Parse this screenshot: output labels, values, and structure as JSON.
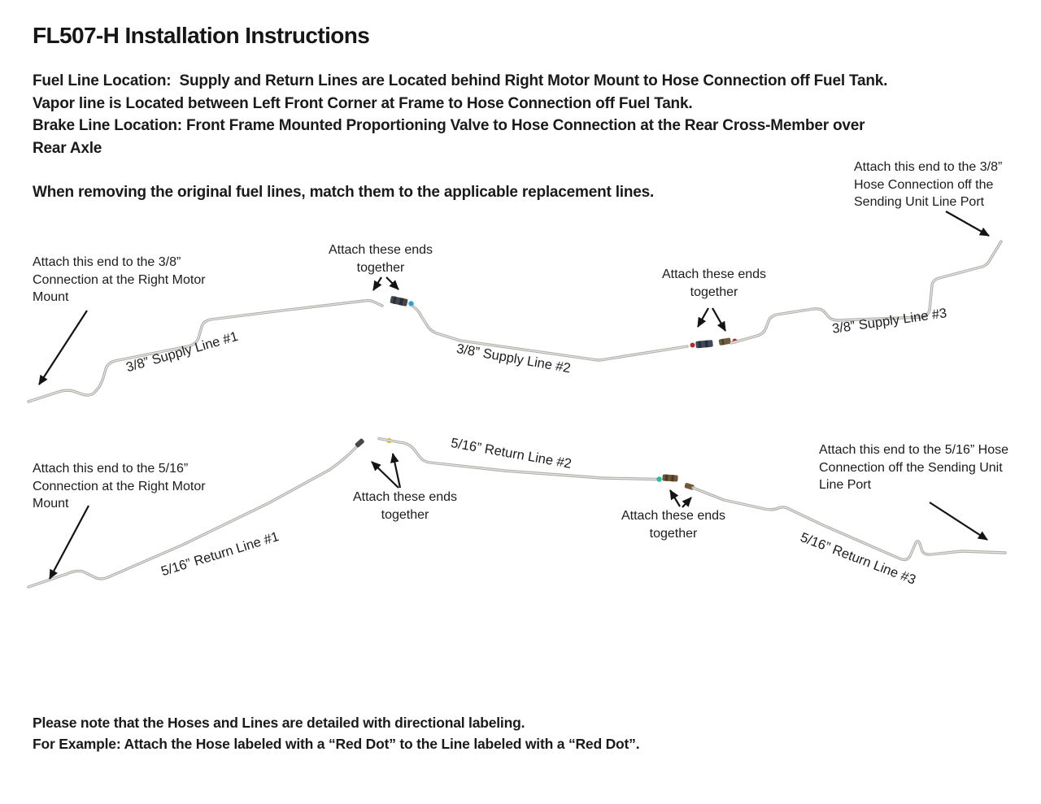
{
  "title": "FL507-H Installation Instructions",
  "intro": [
    "Fuel Line Location:  Supply and Return Lines are Located behind Right Motor Mount to Hose Connection off Fuel Tank.",
    "Vapor line is Located between Left Front Corner at Frame to Hose Connection off Fuel Tank.",
    "Brake Line Location: Front Frame Mounted Proportioning Valve to Hose Connection at the Rear Cross-Member over",
    "Rear Axle"
  ],
  "warning": "When removing the original fuel lines, match them to the applicable replacement lines.",
  "annotations": {
    "supply_left": "Attach this end to the 3/8” Connection at the Right Motor Mount",
    "supply_join_1": "Attach these ends together",
    "supply_join_2": "Attach these ends together",
    "supply_right": "Attach this end to the 3/8” Hose Connection off the Sending Unit Line Port",
    "return_left": "Attach this end to the 5/16” Connection at the Right Motor Mount",
    "return_join_1": "Attach these ends together",
    "return_join_2": "Attach these ends together",
    "return_right": "Attach this end to the 5/16” Hose Connection off the Sending Unit Line Port"
  },
  "line_labels": {
    "supply1": "3/8” Supply Line #1",
    "supply2": "3/8” Supply Line #2",
    "supply3": "3/8” Supply Line #3",
    "return1": "5/16” Return Line #1",
    "return2": "5/16” Return Line #2",
    "return3": "5/16” Return Line #3"
  },
  "footer": [
    "Please note that the Hoses and Lines are detailed with directional labeling.",
    "For Example: Attach the Hose labeled with a “Red Dot” to the Line labeled with a “Red Dot”."
  ],
  "connector_markers": [
    {
      "joint": "supply-line-1-to-2",
      "dots": [
        "blue"
      ]
    },
    {
      "joint": "supply-line-2-to-3",
      "dots": [
        "red",
        "red"
      ]
    },
    {
      "joint": "return-line-1-to-2",
      "dots": [
        "yellow"
      ]
    },
    {
      "joint": "return-line-2-to-3",
      "dots": [
        "teal"
      ]
    }
  ],
  "colors": {
    "text": "#1a1a1a",
    "tube": "#aeaeab",
    "tube_highlight": "#e7e7e4",
    "dot_blue": "#2f9fd4",
    "dot_red": "#c82323",
    "dot_yellow": "#e6c21f",
    "dot_teal": "#25bda0"
  }
}
